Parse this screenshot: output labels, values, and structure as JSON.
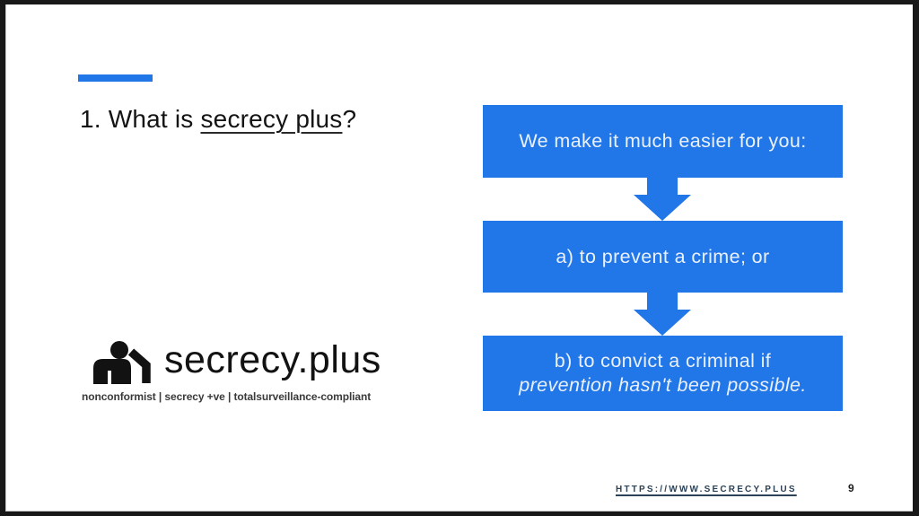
{
  "colors": {
    "accent_blue": "#2176E8",
    "frame_dark": "#181818",
    "slide_background": "#FFFFFF",
    "box_text": "#EAF1FC",
    "link_navy": "#2C4257"
  },
  "title": {
    "prefix": "1. What is ",
    "underlined": "secrecy plus",
    "suffix": "?"
  },
  "flow": {
    "boxes": [
      {
        "text": "We make it much easier for you:"
      },
      {
        "text": "a) to prevent a crime; or"
      },
      {
        "line1": "b) to convict a criminal if",
        "line2": "prevention hasn't been possible."
      }
    ],
    "connector": "down-block-arrow"
  },
  "logo": {
    "name": "secrecy.plus",
    "tagline": "nonconformist | secrecy +ve | totalsurveillance-compliant",
    "icon": "person-whisper-icon"
  },
  "footer": {
    "url": "HTTPS://WWW.SECRECY.PLUS",
    "page_number": "9"
  }
}
